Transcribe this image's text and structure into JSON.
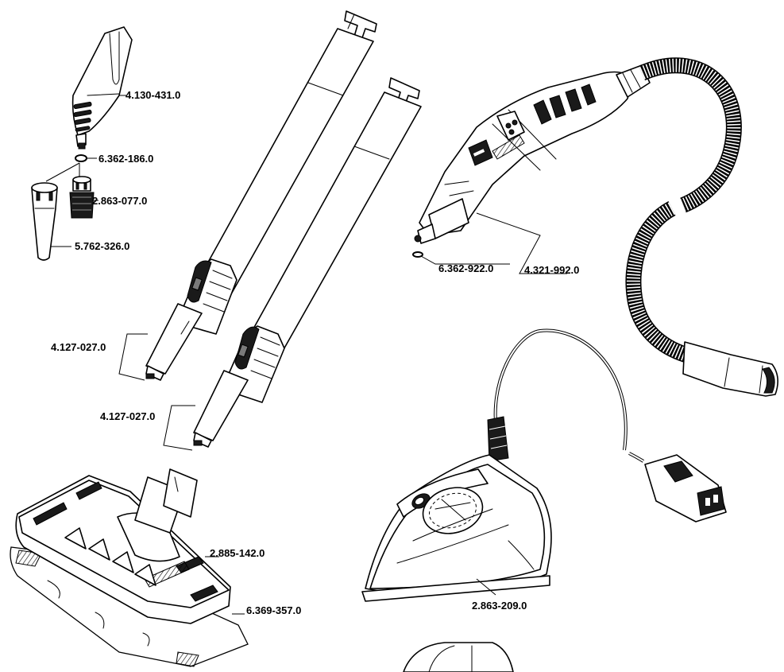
{
  "diagram": {
    "parts": [
      {
        "id": "nozzle",
        "label": "4.130-431.0"
      },
      {
        "id": "o-ring-small",
        "label": "6.362-186.0"
      },
      {
        "id": "round-brush",
        "label": "2.863-077.0"
      },
      {
        "id": "power-nozzle",
        "label": "5.762-326.0"
      },
      {
        "id": "extension-tube-1",
        "label": "4.127-027.0"
      },
      {
        "id": "extension-tube-2",
        "label": "4.127-027.0"
      },
      {
        "id": "o-ring-gun",
        "label": "6.362-922.0"
      },
      {
        "id": "steam-gun-hose",
        "label": "4.321-992.0"
      },
      {
        "id": "floor-tool",
        "label": "2.885-142.0"
      },
      {
        "id": "floor-cloth",
        "label": "6.369-357.0"
      },
      {
        "id": "steam-iron",
        "label": "2.863-209.0"
      }
    ],
    "colors": {
      "line": "#000000",
      "background": "#ffffff",
      "shade": "#1a1a1a"
    }
  }
}
